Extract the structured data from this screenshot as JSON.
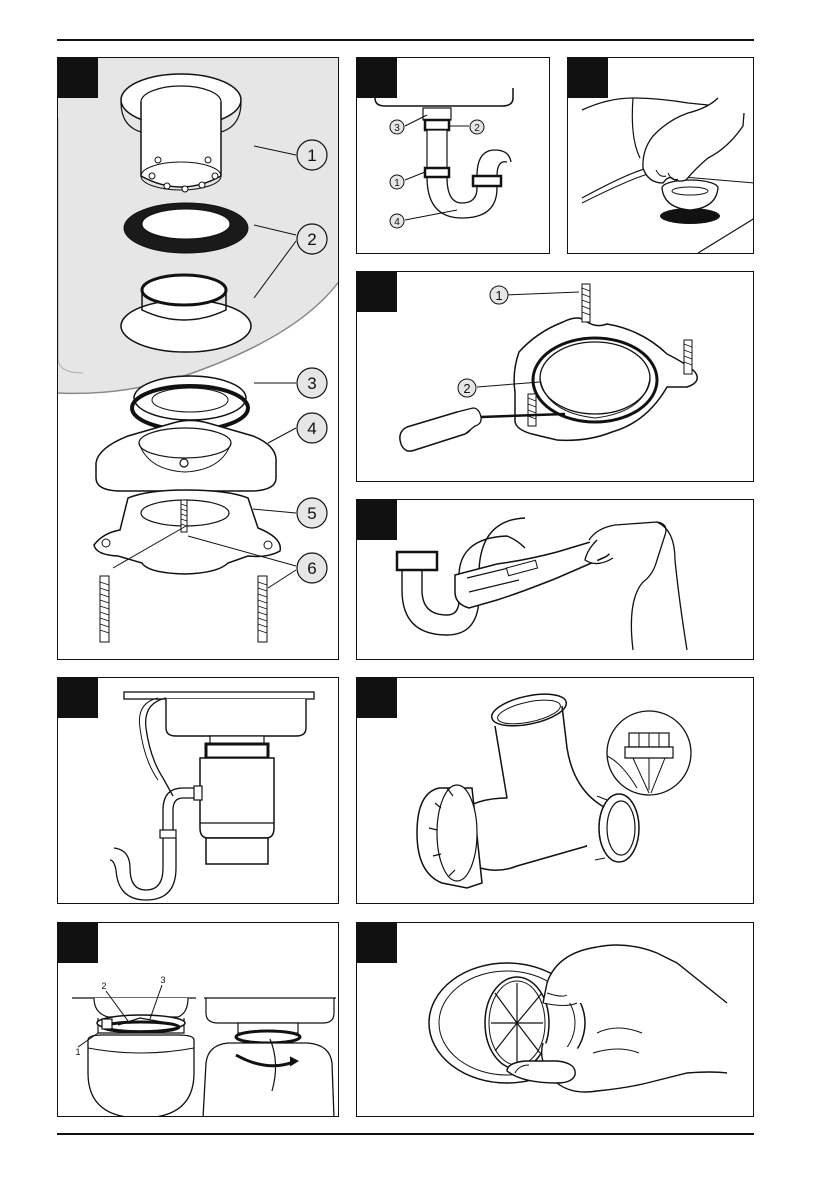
{
  "figure1": {
    "callouts": [
      "1",
      "2",
      "3",
      "4",
      "5",
      "6"
    ]
  },
  "figure2": {
    "callouts": [
      "1",
      "2",
      "3",
      "4"
    ]
  },
  "figure4": {
    "callouts": [
      "1",
      "2"
    ]
  },
  "figure9": {
    "callouts": [
      "1",
      "2",
      "3"
    ]
  },
  "colors": {
    "ink": "#111111",
    "sink_tint": "#e6e6e6",
    "gasket": "#1a1a1a"
  }
}
